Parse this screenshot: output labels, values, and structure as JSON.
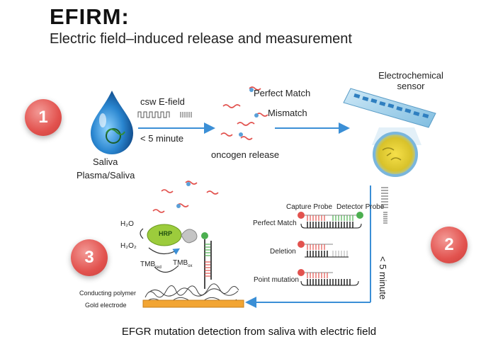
{
  "title": "EFIRM:",
  "subtitle": "Electric field–induced release and measurement",
  "caption": "EFGR mutation detection from saliva with electric field",
  "steps": [
    "1",
    "2",
    "3"
  ],
  "step1": {
    "sample_line1": "Saliva",
    "sample_line2": "Plasma/Saliva",
    "field_label": "csw E-field",
    "time_label": "< 5 minute",
    "release_label": "oncogen release",
    "perfect_match": "Perfect Match",
    "mismatch": "Mismatch",
    "sensor_label": "Electrochemical\nsensor"
  },
  "step2": {
    "capture_probe": "Capture Probe",
    "detector_probe": "Detector Probe",
    "rows": [
      "Perfect Match",
      "Deletion",
      "Point mutation"
    ],
    "time_label": "< 5 minute"
  },
  "step3": {
    "h2o": "H₂O",
    "h2o2": "H₂O₂",
    "hrp": "HRP",
    "tmb_red": "TMB",
    "tmb_red_sub": "red",
    "tmb_ox": "TMB",
    "tmb_ox_sub": "ox",
    "conducting_polymer": "Conducting polymer",
    "gold_electrode": "Gold electrode"
  },
  "colors": {
    "step_circle": "#e2524e",
    "arrow": "#3b8fd6",
    "drop": "#1f78c8",
    "gold": "#f2a533",
    "red_probe": "#e2524e",
    "green_probe": "#4caf50",
    "hrp": "#9ccc3c"
  }
}
